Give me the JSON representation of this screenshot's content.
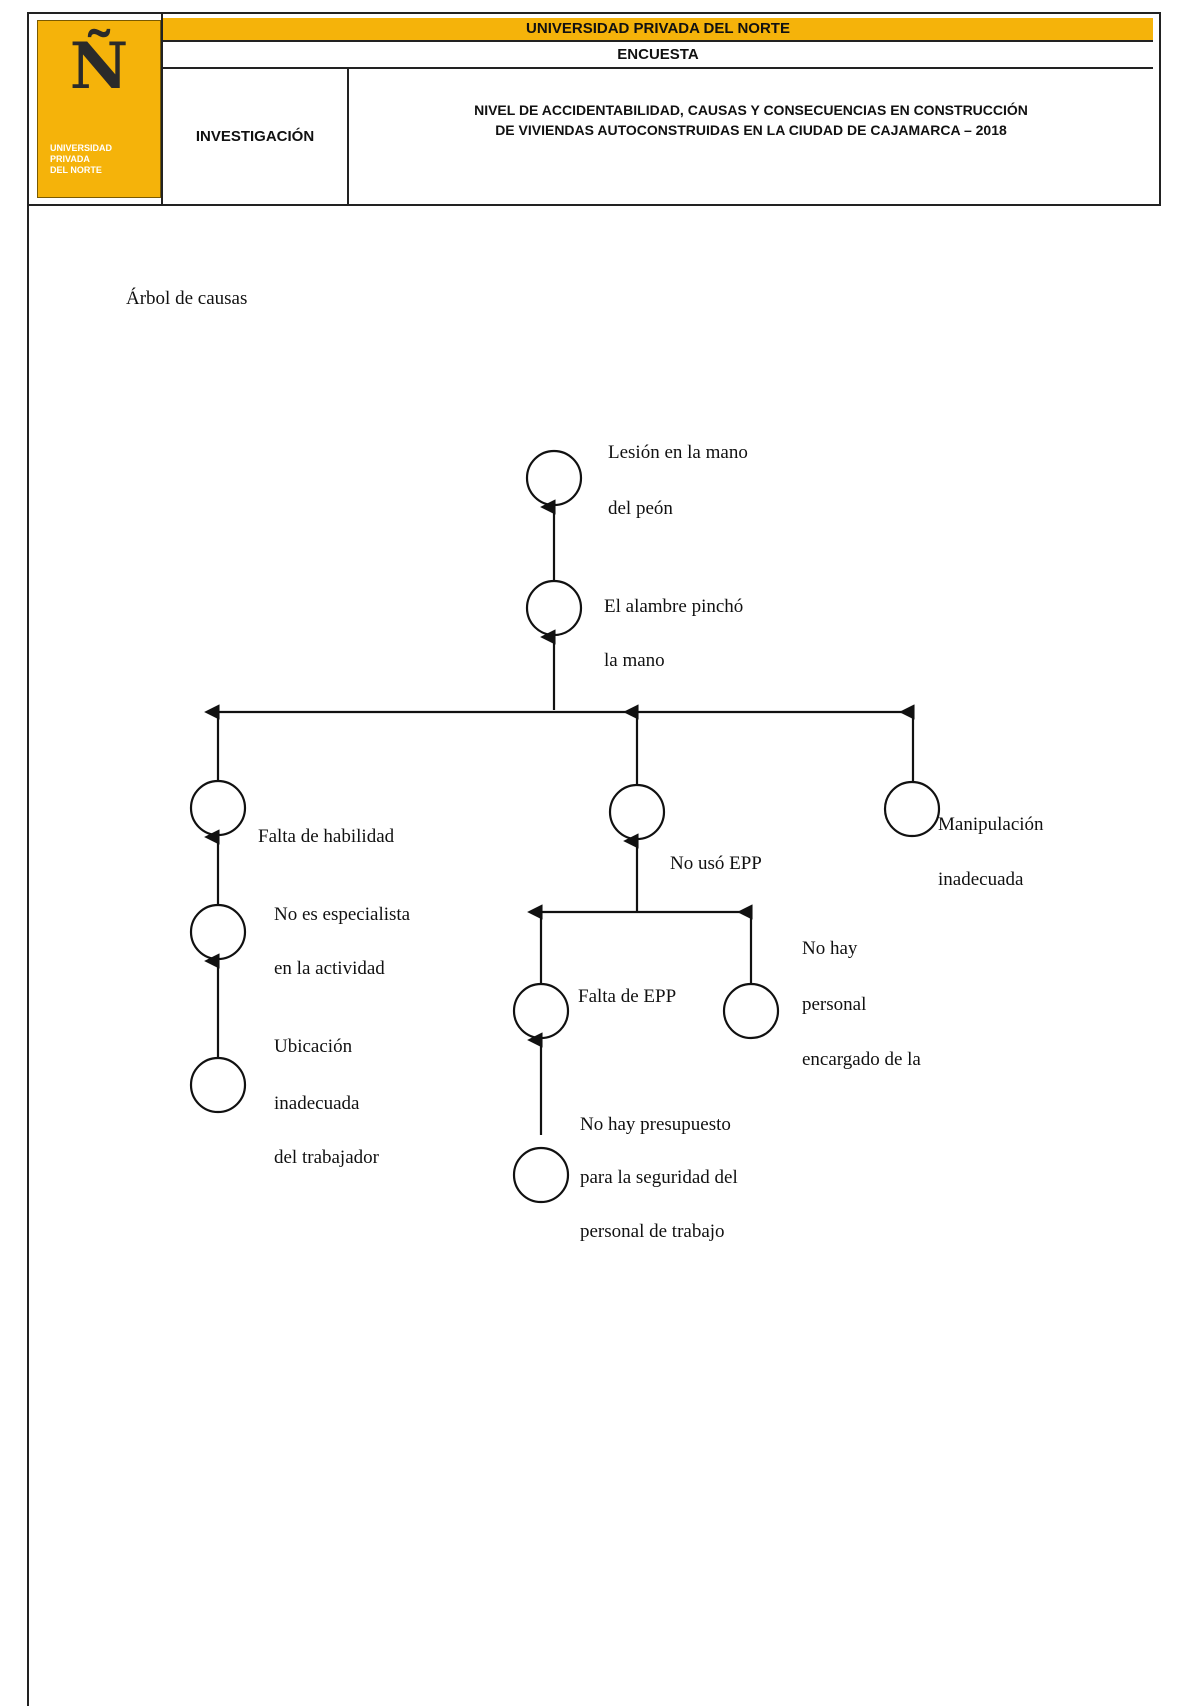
{
  "header": {
    "logo": {
      "glyph": "Ñ",
      "lines": [
        "Universidad",
        "Privada",
        "del Norte"
      ]
    },
    "university": "UNIVERSIDAD PRIVADA DEL NORTE",
    "doc_type": "ENCUESTA",
    "category": "INVESTIGACIÓN",
    "title_line1": "NIVEL DE ACCIDENTABILIDAD, CAUSAS Y CONSECUENCIAS EN CONSTRUCCIÓN",
    "title_line2": "DE VIVIENDAS AUTOCONSTRUIDAS EN LA CIUDAD DE CAJAMARCA – 2018",
    "accent_color": "#f5b30a"
  },
  "section_title": "Árbol de causas",
  "tree": {
    "nodes": [
      {
        "id": "lesion",
        "lines": [
          "Lesión en la mano",
          "del peón"
        ]
      },
      {
        "id": "alambre",
        "lines": [
          "El alambre pinchó",
          "la mano"
        ]
      },
      {
        "id": "habilidad",
        "lines": [
          "Falta de habilidad"
        ]
      },
      {
        "id": "especialista",
        "lines": [
          "No es especialista",
          "en la actividad"
        ]
      },
      {
        "id": "ubicacion",
        "lines": [
          "Ubicación",
          "inadecuada",
          "del trabajador"
        ]
      },
      {
        "id": "epp",
        "lines": [
          "No usó EPP"
        ]
      },
      {
        "id": "falta_epp",
        "lines": [
          "Falta de EPP"
        ]
      },
      {
        "id": "no_personal",
        "lines": [
          "No hay",
          "personal",
          "encargado de la"
        ]
      },
      {
        "id": "presupuesto",
        "lines": [
          "No hay presupuesto",
          "para la seguridad del",
          "personal de trabajo"
        ]
      },
      {
        "id": "manipulacion",
        "lines": [
          "Manipulación",
          "inadecuada"
        ]
      }
    ]
  }
}
